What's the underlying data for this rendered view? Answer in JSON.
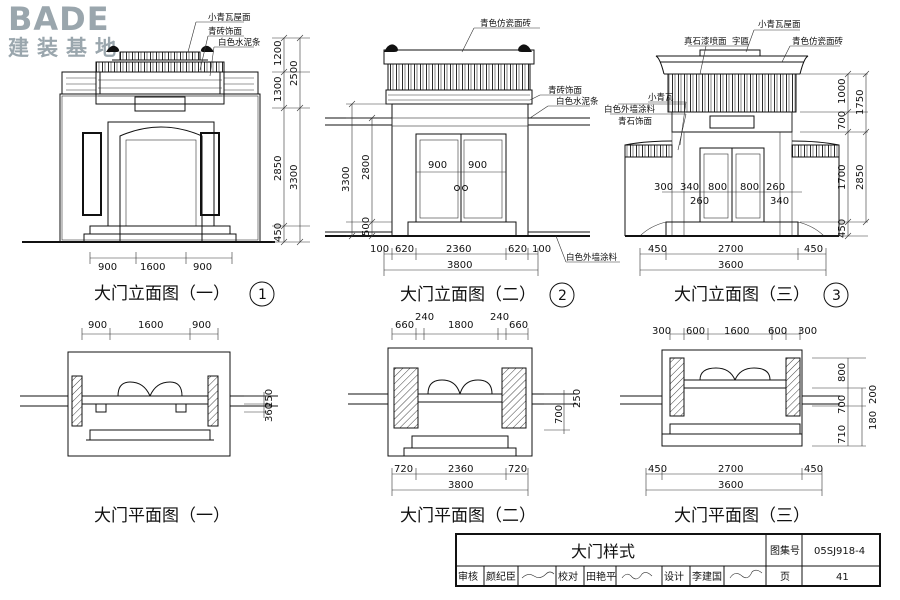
{
  "logo": {
    "brand": "BADE",
    "subtitle": "建装基地"
  },
  "elevations": [
    {
      "caption": "大门立面图（一）",
      "number": "1",
      "callouts": [
        "小青瓦屋面",
        "青砖饰面",
        "白色水泥条"
      ],
      "dims_bottom": [
        "900",
        "1600",
        "900"
      ],
      "dims_right_a": [
        "1200",
        "1300",
        "2850",
        "450"
      ],
      "dims_right_b": [
        "2500",
        "3300"
      ]
    },
    {
      "caption": "大门立面图（二）",
      "number": "2",
      "callouts": [
        "青色仿瓷面砖",
        "青砖饰面",
        "白色水泥条",
        "白色外墙涂料"
      ],
      "door_dims": [
        "900",
        "900"
      ],
      "dims_left_a": [
        "3300"
      ],
      "dims_left_b": [
        "2800",
        "500"
      ],
      "dims_bottom_a": [
        "100",
        "620",
        "2360",
        "620",
        "100"
      ],
      "dims_bottom_b": [
        "3800"
      ]
    },
    {
      "caption": "大门立面图（三）",
      "number": "3",
      "callouts": [
        "小青瓦屋面",
        "真石漆喷面",
        "字匾",
        "青色仿瓷面砖",
        "小青瓦",
        "白色外墙涂料",
        "青石饰面"
      ],
      "dims_right_a": [
        "1000",
        "700",
        "1700",
        "450"
      ],
      "dims_right_b": [
        "1750",
        "2850"
      ],
      "dims_mid": [
        "300",
        "340",
        "800",
        "800",
        "260",
        "260",
        "340"
      ],
      "dims_bottom_a": [
        "450",
        "2700",
        "450"
      ],
      "dims_bottom_b": [
        "3600"
      ]
    }
  ],
  "plans": [
    {
      "caption": "大门平面图（一）",
      "dims_top": [
        "900",
        "1600",
        "900"
      ],
      "dims_right": [
        "250",
        "360"
      ]
    },
    {
      "caption": "大门平面图（二）",
      "dims_top": [
        "660",
        "240",
        "1800",
        "240",
        "660"
      ],
      "dims_right": [
        "700",
        "250"
      ],
      "dims_bottom_a": [
        "720",
        "2360",
        "720"
      ],
      "dims_bottom_b": [
        "3800"
      ]
    },
    {
      "caption": "大门平面图（三）",
      "dims_top": [
        "300",
        "600",
        "1600",
        "600",
        "300"
      ],
      "dims_right_a": [
        "800",
        "700",
        "710"
      ],
      "dims_right_b": [
        "200",
        "180"
      ],
      "dims_bottom_a": [
        "450",
        "2700",
        "450"
      ],
      "dims_bottom_b": [
        "3600"
      ]
    }
  ],
  "title_block": {
    "title": "大门样式",
    "atlas_label": "图集号",
    "atlas_no": "05SJ918-4",
    "review_label": "审核",
    "reviewer": "颜纪臣",
    "check_label": "校对",
    "checker": "田艳平",
    "design_label": "设计",
    "designer": "李建国",
    "page_label": "页",
    "page_no": "41"
  }
}
